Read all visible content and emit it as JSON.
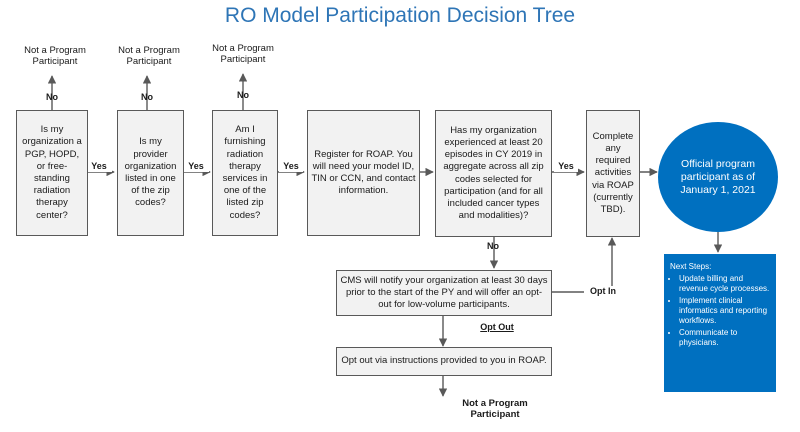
{
  "title": "RO Model Participation Decision Tree",
  "not_participant": "Not a Program Participant",
  "no": "No",
  "yes": "Yes",
  "opt_in": "Opt In",
  "opt_out": "Opt Out",
  "q1": "Is my organization a PGP, HOPD, or free-standing radiation therapy center?",
  "q2": "Is my provider organization listed in one of the zip codes?",
  "q3": "Am I furnishing radiation therapy services in one of the listed zip codes?",
  "register": "Register for ROAP. You will need your model ID, TIN or CCN, and contact information.",
  "q4": "Has my organization experienced at least 20 episodes in CY 2019 in aggregate across all zip codes selected for participation (and for all included cancer types and modalities)?",
  "complete": "Complete any required activities via ROAP (currently TBD).",
  "official": "Official program participant as of January 1, 2021",
  "cms_notify": "CMS will notify your organization at least 30 days prior to the start of the PY and will offer an opt-out for low-volume participants.",
  "opt_out_instr": "Opt out via instructions provided to you in ROAP.",
  "next_steps": {
    "heading": "Next Steps:",
    "items": [
      "Update billing and revenue cycle processes.",
      "Implement clinical informatics and reporting workflows.",
      "Communicate to physicians."
    ]
  },
  "colors": {
    "title": "#2e75b6",
    "accent": "#0070c0",
    "box": "#f2f2f2",
    "line": "#595959"
  }
}
